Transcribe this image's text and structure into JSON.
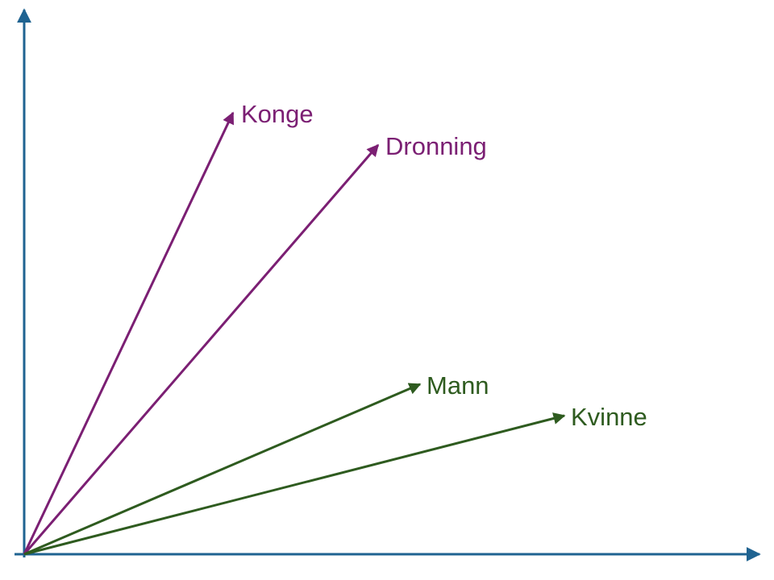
{
  "colors": {
    "axis": "#1f6391",
    "royal": "#7b1f73",
    "common": "#2e5b1f"
  },
  "vectors": [
    {
      "label": "Konge",
      "group": "royal"
    },
    {
      "label": "Dronning",
      "group": "royal"
    },
    {
      "label": "Mann",
      "group": "common"
    },
    {
      "label": "Kvinne",
      "group": "common"
    }
  ]
}
